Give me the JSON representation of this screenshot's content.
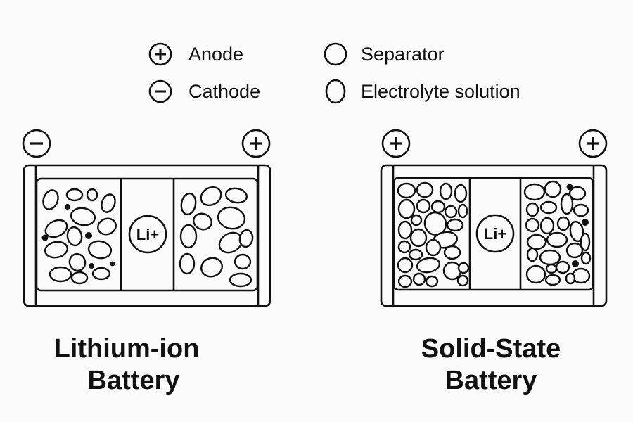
{
  "legend": {
    "items": [
      {
        "symbol": "plus",
        "icon": "plus-circle-icon",
        "label": "Anode"
      },
      {
        "symbol": "minus",
        "icon": "minus-circle-icon",
        "label": "Cathode"
      },
      {
        "symbol": "empty",
        "icon": "empty-circle-icon",
        "label": "Separator"
      },
      {
        "symbol": "empty-oval",
        "icon": "empty-oval-icon",
        "label": "Electrolyte solution"
      }
    ]
  },
  "batteries": [
    {
      "id": "lithium-ion",
      "title_line1": "Lithium-ion",
      "title_line2": "Battery",
      "left_terminal": "minus",
      "right_terminal": "plus",
      "separator_label": "Li+",
      "electrode_style": "sparse-grains-with-dots"
    },
    {
      "id": "solid-state",
      "title_line1": "Solid-State",
      "title_line2": "Battery",
      "left_terminal": "plus",
      "right_terminal": "plus",
      "separator_label": "Li+",
      "electrode_style": "dense-grains"
    }
  ],
  "colors": {
    "ink": "#111111",
    "background": "#fbfbfb"
  }
}
